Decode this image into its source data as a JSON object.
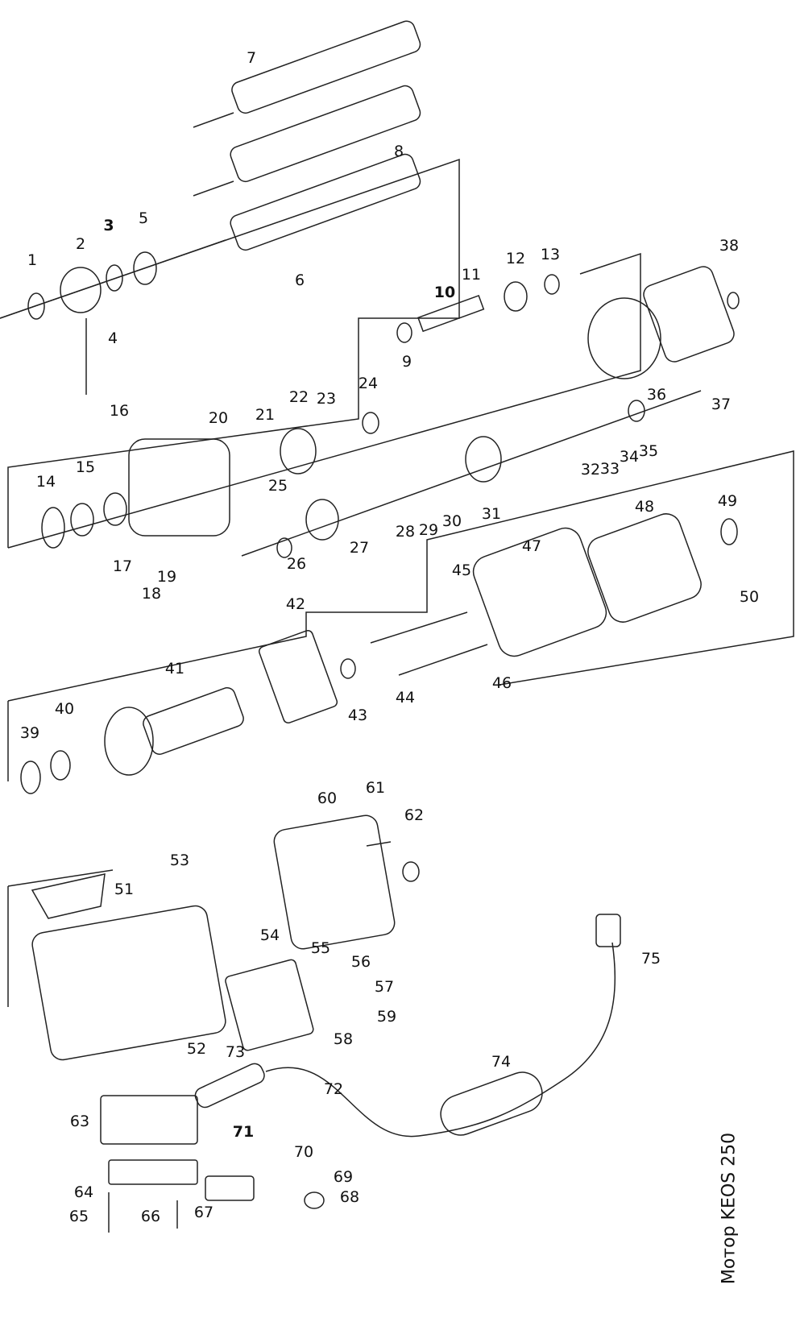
{
  "title": "Мотор KEOS 250",
  "parts": [
    {
      "n": "1"
    },
    {
      "n": "2"
    },
    {
      "n": "3",
      "bold": true
    },
    {
      "n": "4"
    },
    {
      "n": "5"
    },
    {
      "n": "6"
    },
    {
      "n": "7"
    },
    {
      "n": "8"
    },
    {
      "n": "9"
    },
    {
      "n": "10",
      "bold": true
    },
    {
      "n": "11"
    },
    {
      "n": "12"
    },
    {
      "n": "13"
    },
    {
      "n": "14"
    },
    {
      "n": "15"
    },
    {
      "n": "16"
    },
    {
      "n": "17"
    },
    {
      "n": "18"
    },
    {
      "n": "19"
    },
    {
      "n": "20"
    },
    {
      "n": "21"
    },
    {
      "n": "22"
    },
    {
      "n": "23"
    },
    {
      "n": "24"
    },
    {
      "n": "25"
    },
    {
      "n": "26"
    },
    {
      "n": "27"
    },
    {
      "n": "28"
    },
    {
      "n": "29"
    },
    {
      "n": "30"
    },
    {
      "n": "31"
    },
    {
      "n": "32"
    },
    {
      "n": "33"
    },
    {
      "n": "34"
    },
    {
      "n": "35"
    },
    {
      "n": "36"
    },
    {
      "n": "37"
    },
    {
      "n": "38"
    },
    {
      "n": "39"
    },
    {
      "n": "40"
    },
    {
      "n": "41"
    },
    {
      "n": "42"
    },
    {
      "n": "43"
    },
    {
      "n": "44"
    },
    {
      "n": "45"
    },
    {
      "n": "46"
    },
    {
      "n": "47"
    },
    {
      "n": "48"
    },
    {
      "n": "49"
    },
    {
      "n": "50"
    },
    {
      "n": "51"
    },
    {
      "n": "52"
    },
    {
      "n": "53"
    },
    {
      "n": "54"
    },
    {
      "n": "55"
    },
    {
      "n": "56"
    },
    {
      "n": "57"
    },
    {
      "n": "58"
    },
    {
      "n": "59"
    },
    {
      "n": "60"
    },
    {
      "n": "61"
    },
    {
      "n": "62"
    },
    {
      "n": "63"
    },
    {
      "n": "64"
    },
    {
      "n": "65"
    },
    {
      "n": "66"
    },
    {
      "n": "67"
    },
    {
      "n": "68"
    },
    {
      "n": "69"
    },
    {
      "n": "70"
    },
    {
      "n": "71",
      "bold": true
    },
    {
      "n": "72"
    },
    {
      "n": "73"
    },
    {
      "n": "74"
    },
    {
      "n": "75"
    }
  ]
}
